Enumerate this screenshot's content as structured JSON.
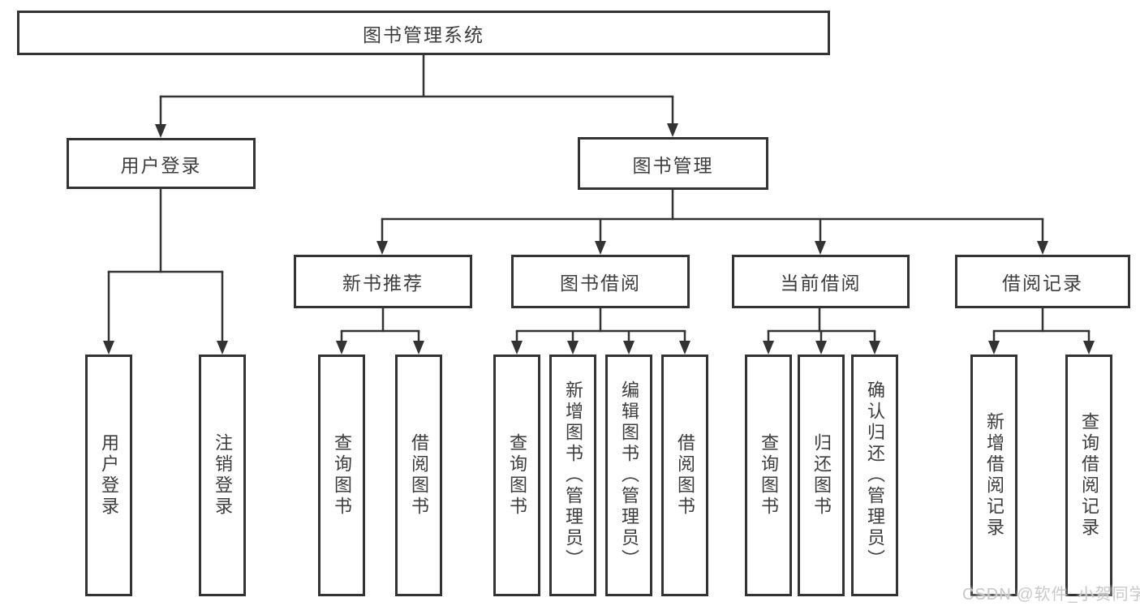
{
  "diagram_title": "图书管理系统",
  "tree": {
    "label": "图书管理系统",
    "children": [
      {
        "label": "用户登录",
        "children": [
          {
            "label": "用户登录"
          },
          {
            "label": "注销登录"
          }
        ]
      },
      {
        "label": "图书管理",
        "children": [
          {
            "label": "新书推荐",
            "children": [
              {
                "label": "查询图书"
              },
              {
                "label": "借阅图书"
              }
            ]
          },
          {
            "label": "图书借阅",
            "children": [
              {
                "label": "查询图书"
              },
              {
                "label": "新增图书（管理员）"
              },
              {
                "label": "编辑图书（管理员）"
              },
              {
                "label": "借阅图书"
              }
            ]
          },
          {
            "label": "当前借阅",
            "children": [
              {
                "label": "查询图书"
              },
              {
                "label": "归还图书"
              },
              {
                "label": "确认归还（管理员）"
              }
            ]
          },
          {
            "label": "借阅记录",
            "children": [
              {
                "label": "新增借阅记录"
              },
              {
                "label": "查询借阅记录"
              }
            ]
          }
        ]
      }
    ]
  },
  "watermark": "CSDN @软件_小贺同学",
  "colors": {
    "line": "#333333",
    "text": "#3d3d3d",
    "background": "#ffffff",
    "watermark": "#c9c9c9"
  }
}
